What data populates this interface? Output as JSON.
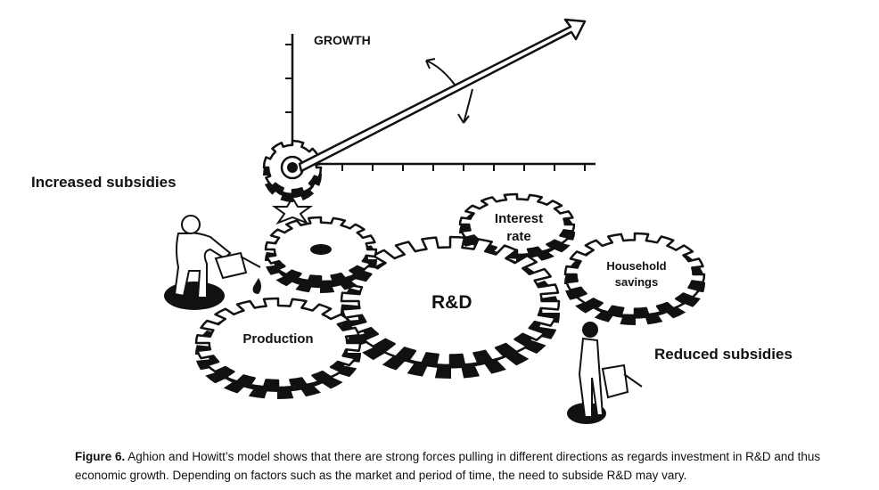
{
  "axis": {
    "y_label": "GROWTH"
  },
  "labels": {
    "increased_subsidies": "Increased subsidies",
    "reduced_subsidies": "Reduced subsidies"
  },
  "gears": {
    "interest_rate_line1": "Interest",
    "interest_rate_line2": "rate",
    "household_line1": "Household",
    "household_line2": "savings",
    "rnd": "R&D",
    "production": "Production"
  },
  "caption": {
    "figure_label": "Figure 6.",
    "text": " Aghion and Howitt’s model shows that there are strong forces pulling in different directions as regards investment in R&D and thus economic growth. Depending on factors such as the market and period of time, the need to subside R&D may vary."
  }
}
